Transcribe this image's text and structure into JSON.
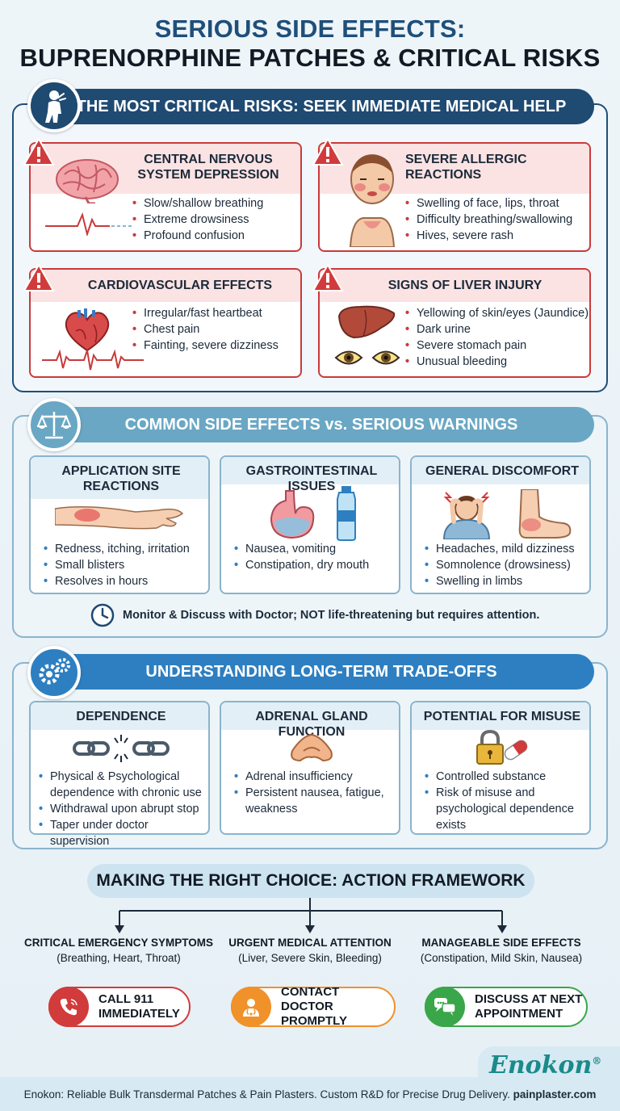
{
  "title": {
    "line1": "SERIOUS SIDE EFFECTS:",
    "line2": "BUPRENORPHINE PATCHES & CRITICAL RISKS"
  },
  "sections": {
    "critical": {
      "banner": "THE MOST CRITICAL RISKS: SEEK IMMEDIATE MEDICAL HELP",
      "cards": [
        {
          "title": "CENTRAL NERVOUS SYSTEM DEPRESSION",
          "items": [
            "Slow/shallow breathing",
            "Extreme drowsiness",
            "Profound confusion"
          ]
        },
        {
          "title": "SEVERE ALLERGIC REACTIONS",
          "items": [
            "Swelling of face, lips, throat",
            "Difficulty breathing/swallowing",
            "Hives, severe rash"
          ]
        },
        {
          "title": "CARDIOVASCULAR EFFECTS",
          "items": [
            "Irregular/fast heartbeat",
            "Chest pain",
            "Fainting, severe dizziness"
          ]
        },
        {
          "title": "SIGNS OF LIVER INJURY",
          "items": [
            "Yellowing of skin/eyes (Jaundice)",
            "Dark urine",
            "Severe stomach pain",
            "Unusual bleeding"
          ]
        }
      ]
    },
    "common": {
      "banner": "COMMON SIDE EFFECTS vs. SERIOUS WARNINGS",
      "cards": [
        {
          "title": "APPLICATION SITE REACTIONS",
          "items": [
            "Redness, itching, irritation",
            "Small blisters",
            "Resolves in hours"
          ]
        },
        {
          "title": "GASTROINTESTINAL ISSUES",
          "items": [
            "Nausea, vomiting",
            "Constipation, dry mouth"
          ]
        },
        {
          "title": "GENERAL DISCOMFORT",
          "items": [
            "Headaches, mild dizziness",
            "Somnolence (drowsiness)",
            "Swelling in limbs"
          ]
        }
      ],
      "note": "Monitor & Discuss with Doctor; NOT life-threatening but requires attention."
    },
    "tradeoffs": {
      "banner": "UNDERSTANDING LONG-TERM TRADE-OFFS",
      "cards": [
        {
          "title": "DEPENDENCE",
          "items": [
            "Physical & Psychological dependence with chronic use",
            "Withdrawal upon abrupt stop",
            "Taper under doctor supervision"
          ]
        },
        {
          "title": "ADRENAL GLAND FUNCTION",
          "items": [
            "Adrenal insufficiency",
            "Persistent nausea, fatigue, weakness"
          ]
        },
        {
          "title": "POTENTIAL FOR MISUSE",
          "items": [
            "Controlled substance",
            "Risk of misuse and psychological dependence exists"
          ]
        }
      ]
    }
  },
  "framework": {
    "title": "MAKING THE RIGHT CHOICE: ACTION FRAMEWORK",
    "columns": [
      {
        "heading": "CRITICAL EMERGENCY SYMPTOMS",
        "sub": "(Breathing, Heart, Throat)",
        "action_line1": "CALL 911",
        "action_line2": "IMMEDIATELY",
        "color": "#d13b3b"
      },
      {
        "heading": "URGENT MEDICAL ATTENTION",
        "sub": "(Liver, Severe Skin, Bleeding)",
        "action_line1": "CONTACT DOCTOR",
        "action_line2": "PROMPTLY",
        "color": "#f0912a"
      },
      {
        "heading": "MANAGEABLE SIDE EFFECTS",
        "sub": "(Constipation, Mild Skin, Nausea)",
        "action_line1": "DISCUSS AT NEXT",
        "action_line2": "APPOINTMENT",
        "color": "#3aa64a"
      }
    ]
  },
  "brand": {
    "name": "Enokon",
    "mark": "®"
  },
  "footer": {
    "text": "Enokon: Reliable Bulk Transdermal Patches & Pain Plasters. Custom R&D for Precise Drug Delivery.",
    "link": "painplaster.com"
  }
}
